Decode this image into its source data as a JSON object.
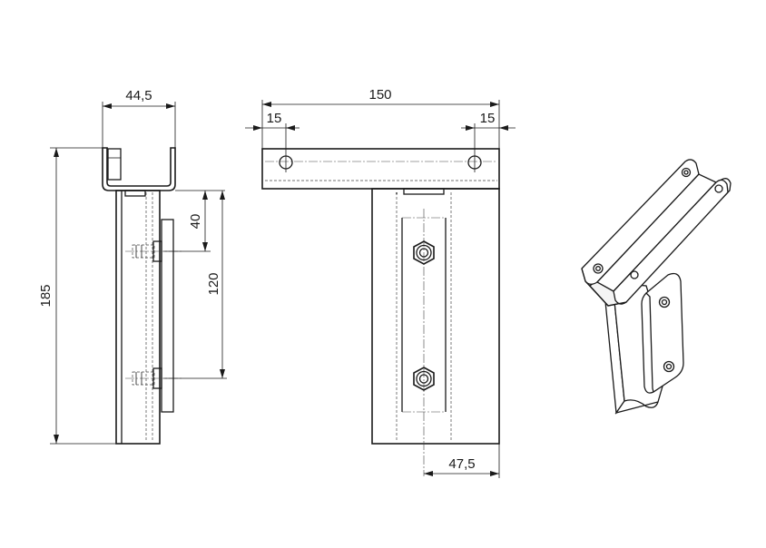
{
  "dimensions": {
    "side_width": "44,5",
    "total_width": "150",
    "left_hole_offset": "15",
    "right_hole_offset": "15",
    "overall_height": "185",
    "top_to_first_bolt": "40",
    "bolt_spacing": "120",
    "bolt_to_edge": "47,5"
  },
  "colors": {
    "line": "#1a1a1a",
    "background": "#ffffff"
  }
}
